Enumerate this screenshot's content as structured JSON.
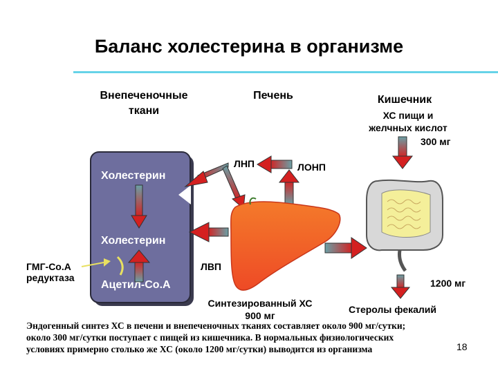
{
  "title": "Баланс холестерина в организме",
  "columns": {
    "extrahepatic": [
      "Внепеченочные",
      "ткани"
    ],
    "liver": "Печень",
    "intestine": "Кишечник"
  },
  "intestine_input": [
    "ХС пищи и",
    "желчных кислот"
  ],
  "intestine_input_amount": "300 мг",
  "cell": {
    "cholesterol_top": "Холестерин",
    "cholesterol_mid": "Холестерин",
    "acetyl_coa": "Ацетил-Co.A"
  },
  "enzyme": [
    "ГМГ-Co.A",
    "редуктаза"
  ],
  "lipoproteins": {
    "ldl": "ЛНП",
    "vldl": "ЛОНП",
    "hdl": "ЛВП"
  },
  "excretion_amount": "1200 мг",
  "synthesized": [
    "Синтезированный ХС",
    "900 мг"
  ],
  "fecal_sterols": "Стеролы фекалий",
  "footer": [
    "Эндогенный синтез ХС в печени и внепеченочных тканях составляет около 900 мг/сутки;",
    "около 300 мг/сутки поступает с пищей из кишечника. В нормальных физиологических",
    "условиях примерно столько же ХС (около 1200 мг/сутки) выводится из организма"
  ],
  "page_number": "18",
  "colors": {
    "accent_line": "#66d3e8",
    "cell_fill": "#6e6e9e",
    "liver": "#f05a28",
    "arrow_red": "#d42020",
    "arrow_teal": "#6aa0a6"
  }
}
